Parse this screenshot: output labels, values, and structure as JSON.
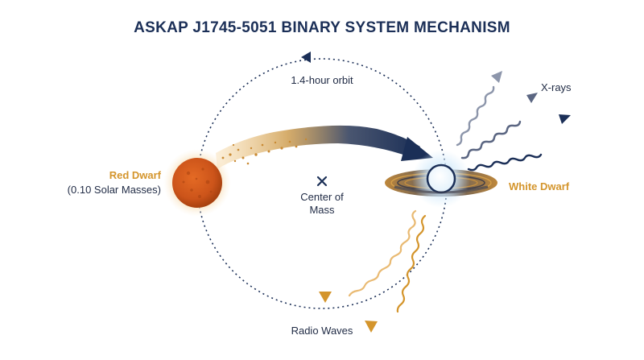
{
  "title": "ASKAP J1745-5051 BINARY SYSTEM MECHANISM",
  "orbit_label": "1.4-hour orbit",
  "red_dwarf": {
    "name": "Red Dwarf",
    "mass": "(0.10 Solar Masses)"
  },
  "center_of_mass": {
    "line1": "Center of",
    "line2": "Mass"
  },
  "white_dwarf": {
    "name": "White Dwarf"
  },
  "xrays_label": "X-rays",
  "radio_label": "Radio Waves",
  "colors": {
    "title": "#1b2f57",
    "navy": "#1b2f57",
    "gold": "#d4952c",
    "red_dwarf": "#cf5a1c",
    "text": "#1f2a44"
  }
}
